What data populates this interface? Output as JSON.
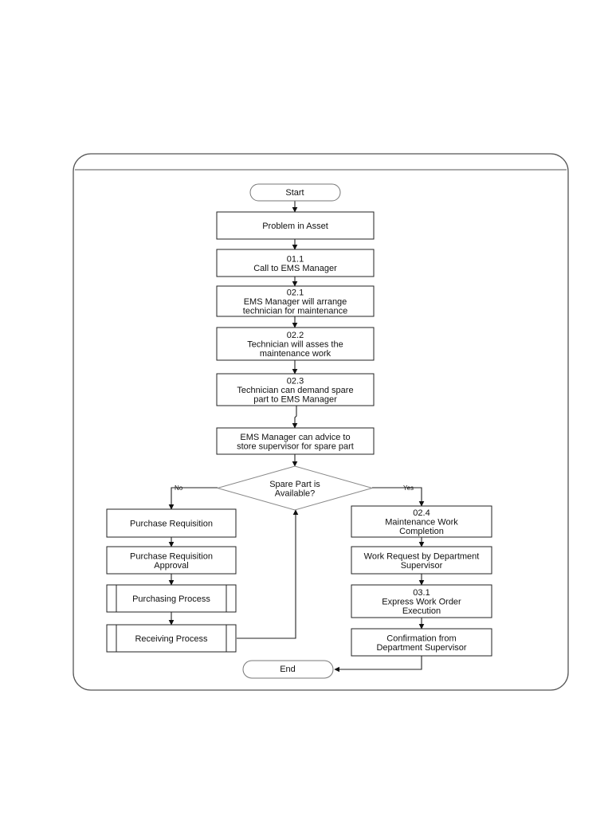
{
  "flowchart": {
    "start": "Start",
    "end": "End",
    "nodes": {
      "problem": [
        "Problem in Asset"
      ],
      "call": [
        "01.1",
        "Call to EMS Manager"
      ],
      "arrange": [
        "02.1",
        "EMS Manager will arrange",
        "technician for maintenance"
      ],
      "assess": [
        "02.2",
        "Technician will asses the",
        "maintenance work"
      ],
      "demand": [
        "02.3",
        "Technician can demand spare",
        "part to EMS Manager"
      ],
      "advice": [
        "EMS Manager can advice to",
        "store supervisor for spare part"
      ],
      "decision": [
        "Spare Part is",
        "Available?"
      ],
      "pr": [
        "Purchase Requisition"
      ],
      "pra": [
        "Purchase Requisition",
        "Approval"
      ],
      "purchasing": [
        "Purchasing Process"
      ],
      "receiving": [
        "Receiving Process"
      ],
      "mwc": [
        "02.4",
        "Maintenance Work",
        "Completion"
      ],
      "wr": [
        "Work Request by Department",
        "Supervisor"
      ],
      "ewo": [
        "03.1",
        "Express Work Order",
        "Execution"
      ],
      "conf": [
        "Confirmation from",
        "Department Supervisor"
      ]
    },
    "edge_labels": {
      "no": "No",
      "yes": "Yes"
    }
  }
}
